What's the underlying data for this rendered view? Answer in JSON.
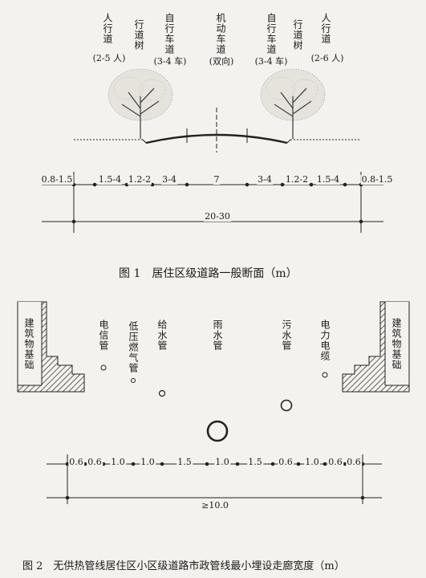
{
  "figure1": {
    "labels": {
      "sidewalk_left": "人行道",
      "sidewalk_left_sub": "(2-5 人)",
      "tree_left": "行道树",
      "bike_left": "自行车道",
      "bike_left_sub": "(3-4 车)",
      "motor": "机动车道",
      "motor_sub": "(双向)",
      "bike_right": "自行车道",
      "bike_right_sub": "(3-4 车)",
      "tree_right": "行道树",
      "sidewalk_right": "人行道",
      "sidewalk_right_sub": "(2-6 人)"
    },
    "dims": [
      "0.8-1.5",
      "1.5-4",
      "1.2-2",
      "3-4",
      "7",
      "3-4",
      "1.2-2",
      "1.5-4",
      "0.8-1.5"
    ],
    "total": "20-30",
    "caption": "图 1　居住区级道路一般断面（m）"
  },
  "figure2": {
    "labels": {
      "building_left": "建筑物基础",
      "telecom": "电信管",
      "gas": "低压燃气管",
      "water_supply": "给水管",
      "rain": "雨水管",
      "sewage": "污水管",
      "power": "电力电缆",
      "building_right": "建筑物基础"
    },
    "dims": [
      "0.6",
      "0.6",
      "1.0",
      "1.0",
      "1.5",
      "1.0",
      "1.5",
      "0.6",
      "1.0",
      "0.6",
      "0.6"
    ],
    "total": "≥10.0",
    "caption": "图 2　无供热管线居住区小区级道路市政管线最小埋设走廊宽度（m）"
  }
}
